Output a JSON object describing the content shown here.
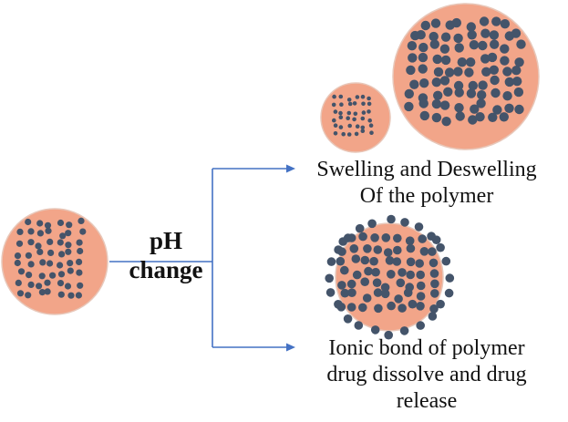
{
  "colors": {
    "particle_fill": "#f2a589",
    "particle_stroke": "#e8c7b9",
    "drug_dot": "#44546a",
    "arrow": "#4472c4",
    "text": "#111111"
  },
  "trigger": {
    "line1": "pH",
    "line2": "change"
  },
  "outcomes": [
    {
      "line1": "Swelling and Deswelling",
      "line2": "Of the polymer"
    },
    {
      "line1": "Ionic bond of polymer",
      "line2": "drug dissolve and drug",
      "line3": "release"
    }
  ]
}
